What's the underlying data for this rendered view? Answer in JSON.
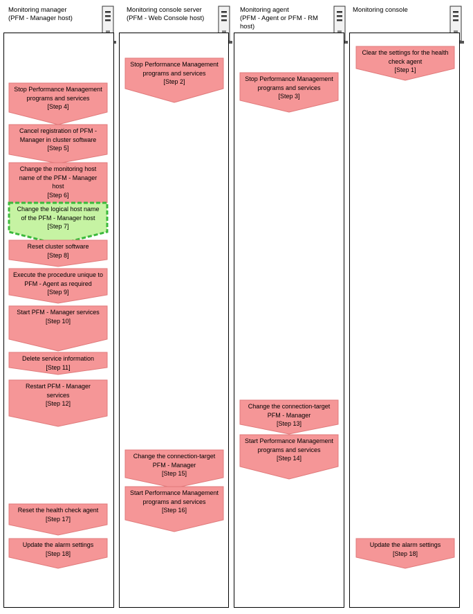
{
  "columns": [
    {
      "title": "Monitoring  manager\n(PFM -  Manager host)"
    },
    {
      "title": "Monitoring console server\n(PFM - Web Console host)"
    },
    {
      "title": "Monitoring  agent\n(PFM -  Agent or PFM -  RM\nhost)"
    },
    {
      "title": "Monitoring  console"
    }
  ],
  "steps": [
    {
      "col": 3,
      "text": "Clear the settings for the health\ncheck agent\n[Step 1]"
    },
    {
      "col": 1,
      "text": "Stop  Performance Management\nprograms and services\n[Step 2]"
    },
    {
      "col": 2,
      "text": "Stop  Performance Management\nprograms and services\n[Step 3]"
    },
    {
      "col": 0,
      "text": "Stop  Performance Management\nprograms and services\n[Step 4]"
    },
    {
      "col": 0,
      "text": "Cancel registration of PFM -\nManager in cluster software\n[Step 5]"
    },
    {
      "col": 0,
      "text": "Change the monitoring host\nname of the PFM -  Manager\nhost\n[Step 6]"
    },
    {
      "col": 0,
      "text": "Change the logical host name\nof the PFM -  Manager host\n[Step 7]",
      "highlight": true
    },
    {
      "col": 0,
      "text": "Reset cluster software\n[Step 8]"
    },
    {
      "col": 0,
      "text": "Execute the procedure unique to\nPFM - Agent as required\n[Step 9]"
    },
    {
      "col": 0,
      "text": "Start PFM -  Manager services\n[Step 10]"
    },
    {
      "col": 0,
      "text": "Delete service information\n[Step 11]"
    },
    {
      "col": 0,
      "text": "Restart PFM -   Manager\nservices\n[Step 12]"
    },
    {
      "col": 2,
      "text": "Change  the connection-target\nPFM -  Manager\n[Step 13]"
    },
    {
      "col": 2,
      "text": "Start  Performance Management\nprograms and services\n[Step 14]"
    },
    {
      "col": 1,
      "text": "Change  the connection-target\nPFM -  Manager\n[Step 15]"
    },
    {
      "col": 1,
      "text": "Start  Performance Management\nprograms and services\n[Step 16]"
    },
    {
      "col": 0,
      "text": "Reset the health check agent\n[Step 17]"
    },
    {
      "col": 0,
      "text": "Update the alarm settings\n[Step 18]"
    },
    {
      "col": 3,
      "text": "Update the alarm settings\n[Step 18]"
    }
  ],
  "colors": {
    "step_fill": "#f59697",
    "step_stroke": "#e07a7b",
    "highlight_fill": "#c6f3a3",
    "highlight_stroke": "#3cb93c"
  },
  "icons": [
    "server-icon"
  ]
}
